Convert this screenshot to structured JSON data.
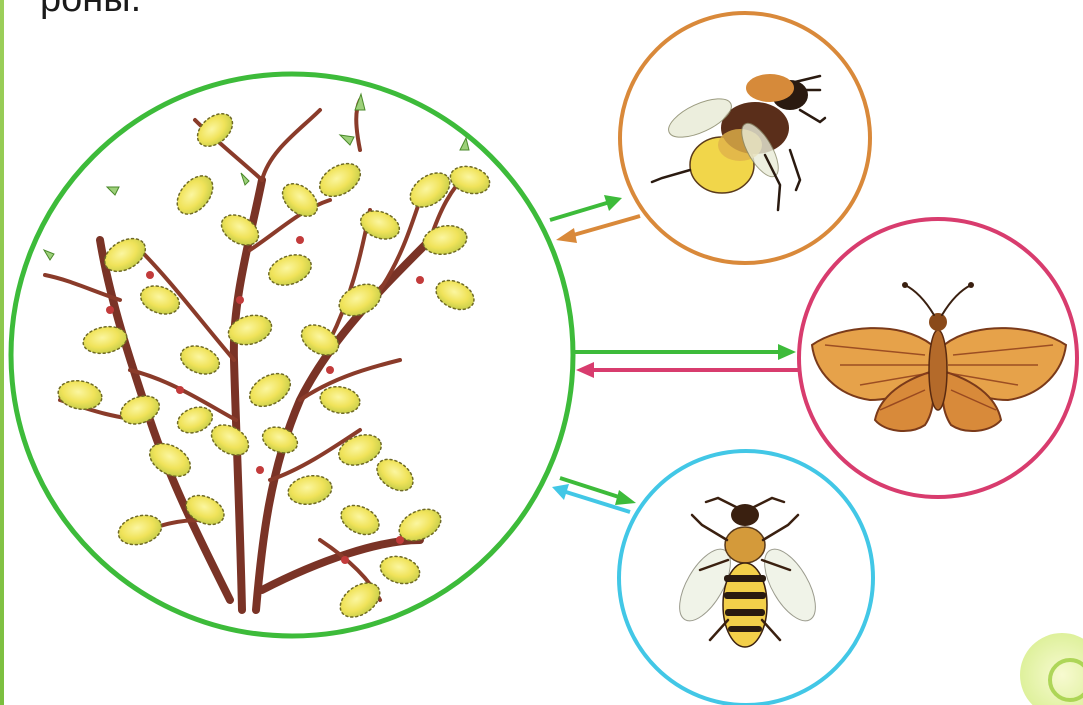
{
  "text": {
    "top_fragment": "роны."
  },
  "colors": {
    "plant_circle": "#3dbb3a",
    "bumblebee_circle": "#d9893a",
    "butterfly_circle": "#d83c6e",
    "bee_circle": "#42c7e6",
    "arrow_to_insect": "#3dbb3a",
    "arrow_from_bumblebee": "#d9893a",
    "arrow_from_butterfly": "#d83c6e",
    "arrow_from_bee": "#42c7e6"
  },
  "nodes": [
    {
      "id": "willow-plant",
      "icon": "willow-branch-icon"
    },
    {
      "id": "bumblebee",
      "icon": "bumblebee-icon"
    },
    {
      "id": "butterfly",
      "icon": "butterfly-icon"
    },
    {
      "id": "honey-bee",
      "icon": "bee-icon"
    }
  ]
}
